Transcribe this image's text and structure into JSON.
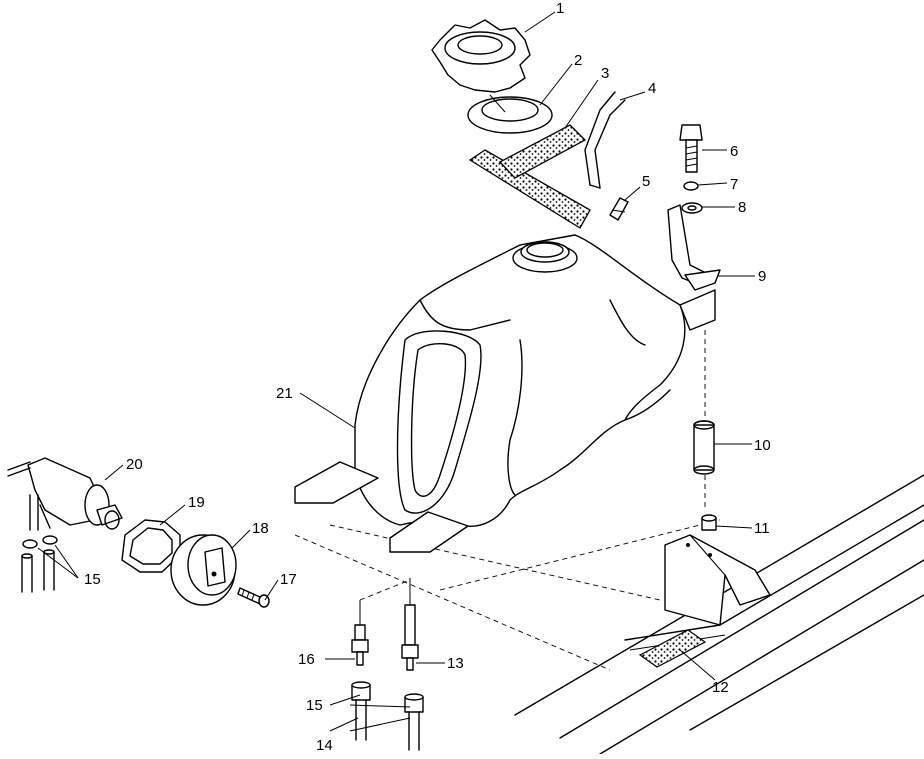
{
  "callouts": [
    {
      "id": "1",
      "label": "1"
    },
    {
      "id": "2",
      "label": "2"
    },
    {
      "id": "3",
      "label": "3"
    },
    {
      "id": "4",
      "label": "4"
    },
    {
      "id": "5",
      "label": "5"
    },
    {
      "id": "6",
      "label": "6"
    },
    {
      "id": "7",
      "label": "7"
    },
    {
      "id": "8",
      "label": "8"
    },
    {
      "id": "9",
      "label": "9"
    },
    {
      "id": "10",
      "label": "10"
    },
    {
      "id": "11",
      "label": "11"
    },
    {
      "id": "12",
      "label": "12"
    },
    {
      "id": "13",
      "label": "13"
    },
    {
      "id": "14",
      "label": "14"
    },
    {
      "id": "15a",
      "label": "15"
    },
    {
      "id": "15b",
      "label": "15"
    },
    {
      "id": "16",
      "label": "16"
    },
    {
      "id": "17",
      "label": "17"
    },
    {
      "id": "18",
      "label": "18"
    },
    {
      "id": "19",
      "label": "19"
    },
    {
      "id": "20",
      "label": "20"
    },
    {
      "id": "21",
      "label": "21"
    }
  ]
}
